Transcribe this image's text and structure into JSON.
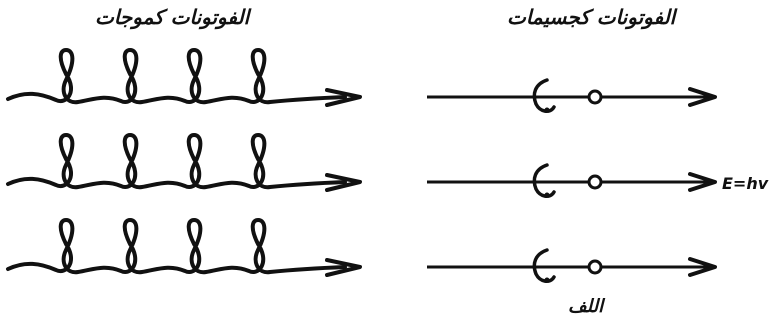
{
  "titles": {
    "waves": "الفوتونات كموجات",
    "particles": "الفوتونات كجسيمات"
  },
  "labels": {
    "energy": "E=hv",
    "spin": "اللف"
  },
  "colors": {
    "ink": "#111111",
    "background": "#ffffff"
  },
  "icons": [
    "arrow-head-icon"
  ]
}
